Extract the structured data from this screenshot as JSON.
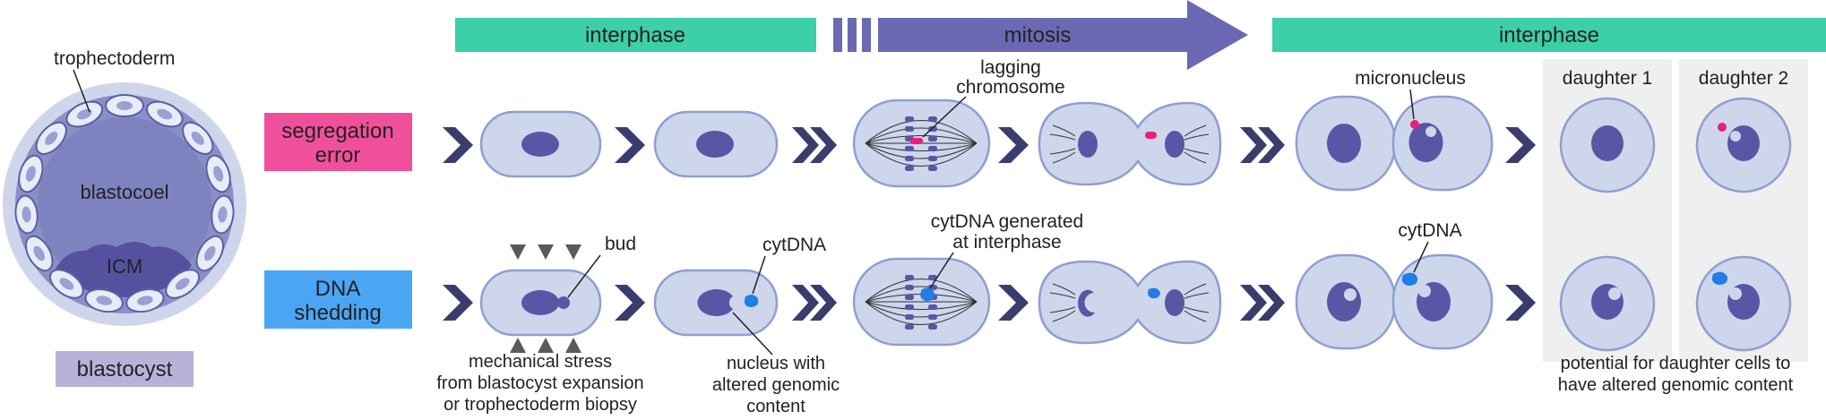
{
  "phases": {
    "interphase_left": "interphase",
    "mitosis": "mitosis",
    "interphase_right": "interphase"
  },
  "blastocyst": {
    "title": "blastocyst",
    "trophectoderm_label": "trophectoderm",
    "blastocoel_label": "blastocoel",
    "icm_label": "ICM"
  },
  "rows": {
    "segregation_error": {
      "label_line1": "segregation",
      "label_line2": "error"
    },
    "dna_shedding": {
      "label_line1": "DNA",
      "label_line2": "shedding"
    }
  },
  "annotations": {
    "lagging_line1": "lagging",
    "lagging_line2": "chromosome",
    "micronucleus": "micronucleus",
    "bud": "bud",
    "cytdna": "cytDNA",
    "cytdna_interphase_line1": "cytDNA generated",
    "cytdna_interphase_line2": "at interphase",
    "cytdna_right": "cytDNA",
    "stress_line1": "mechanical stress",
    "stress_line2": "from blastocyst expansion",
    "stress_line3": "or trophectoderm biopsy",
    "nucleus_line1": "nucleus with",
    "nucleus_line2": "altered genomic",
    "nucleus_line3": "content",
    "daughter1": "daughter 1",
    "daughter2": "daughter 2",
    "potential_line1": "potential for daughter cells to",
    "potential_line2": "have altered genomic content"
  },
  "colors": {
    "interphase_bar": "#3ccfa8",
    "mitosis_bar": "#6b69b3",
    "cell_fill": "#cdd6eb",
    "cell_stroke": "#8e9fd2",
    "nucleus": "#5a56a6",
    "segregation_label_bg": "#f0509b",
    "shedding_label_bg": "#4aa6f5",
    "lagging_chromosome": "#e8207a",
    "cytdna": "#1f7de6",
    "chevron": "#3b3c6e",
    "daughter_panel": "#efefef",
    "blastocyst_label_bg": "#b7b3d8"
  }
}
